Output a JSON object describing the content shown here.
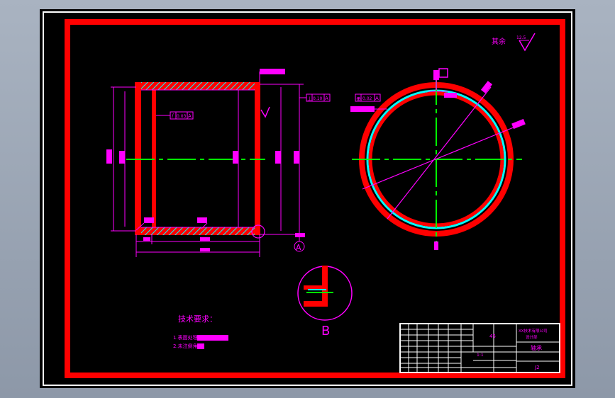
{
  "surface_roughness": {
    "label": "其余",
    "value": "12.5"
  },
  "section_view": {
    "label": "B"
  },
  "datum": {
    "label": "A"
  },
  "tolerances": {
    "perpendicularity": {
      "symbol": "⊥",
      "value": "0.10",
      "datum": "A"
    },
    "circular_runout": {
      "symbol": "/",
      "value": "0.03",
      "datum": "A"
    },
    "position": {
      "symbol": "⊕",
      "value": "0.02",
      "datum": "A"
    }
  },
  "technical_requirements": {
    "title": "技术要求：",
    "items": [
      "1.表面处理",
      "2.未注倒角"
    ]
  },
  "title_block": {
    "material": "45",
    "part_name": "轴承",
    "scale": "1:1",
    "code": "J2",
    "company_line1": "XX技术有限公司",
    "company_line2": "设计部"
  },
  "colors": {
    "frame": "#ff0000",
    "dimension": "#ff00ff",
    "centerline": "#00ff00",
    "bearing_ring": "#00ffff",
    "border": "#ffffff"
  }
}
